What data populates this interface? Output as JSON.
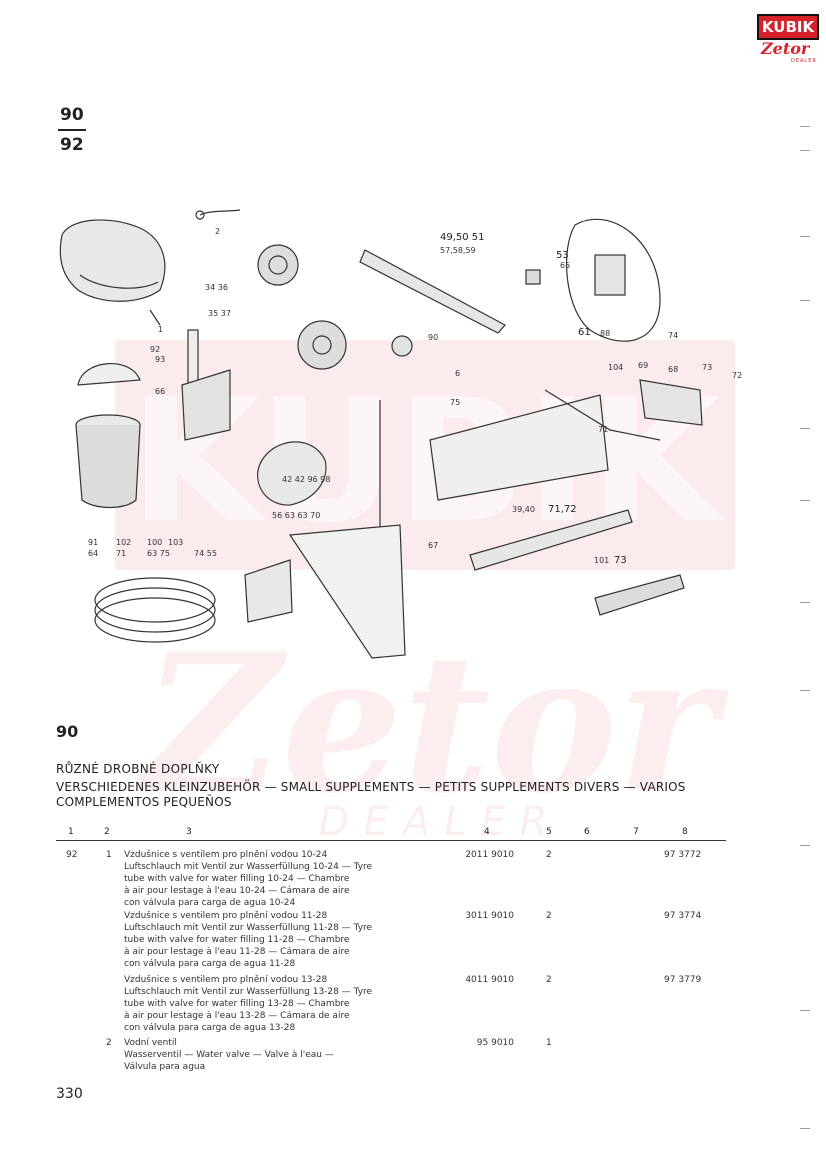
{
  "logo": {
    "brand": "KUBIK",
    "sub": "Zetor",
    "dealer": "DEALER"
  },
  "header": {
    "range_top": "90",
    "range_bottom": "92"
  },
  "watermark": {
    "brand": "KUBIK",
    "zetor": "Zetor",
    "dealer": "DEALER"
  },
  "diagram_labels": {
    "l1": "1",
    "l2": "2",
    "l34": "34 36",
    "l3537": "35 37",
    "l92": "92",
    "l93": "93",
    "l66": "66",
    "l90": "90",
    "l4951": "49,50 51",
    "l5759": "57,58,59",
    "l53": "53",
    "l65": "65",
    "l61": "61",
    "l88": "88",
    "l6": "6",
    "l75": "75",
    "l104": "104",
    "l69": "69",
    "l74": "74",
    "l68": "68",
    "l73": "73",
    "l72": "72",
    "l71": "71",
    "l4242": "42 42 96 98",
    "l5656": "56 63 63 70",
    "l91": "91",
    "l64": "64",
    "l102": "102",
    "l71b": "71",
    "l100": "100",
    "l103": "103",
    "l6575": "63 75",
    "l7455": "74 55",
    "l67": "67",
    "l3940": "39,40",
    "l7172": "71,72",
    "l101": "101",
    "l73b": "73"
  },
  "section": {
    "number": "90",
    "title_cs": "RŮZNÉ DROBNÉ DOPLŇKY",
    "title_multi": "VERSCHIEDENES KLEINZUBEHÖR — SMALL SUPPLEMENTS — PETITS SUPPLEMENTS DIVERS — VARIOS COMPLEMENTOS PEQUEÑOS"
  },
  "columns": [
    "1",
    "2",
    "3",
    "4",
    "5",
    "6",
    "7",
    "8"
  ],
  "rows": [
    {
      "c1": "92",
      "c2": "1",
      "lines": [
        "Vzdušnice s ventilem pro plnění vodou 10-24",
        "Luftschlauch mit Ventil zur Wasserfüllung 10-24 — Tyre",
        "tube with valve for water filling 10-24 — Chambre",
        "à air pour lestage à l'eau 10-24 — Cámara de aire",
        "con válvula para carga de agua 10-24"
      ],
      "code": "2011 9010",
      "qty": "2",
      "ref": "97 3772"
    },
    {
      "c1": "",
      "c2": "",
      "lines": [
        "Vzdušnice s ventilem pro plnění vodou 11-28",
        "Luftschlauch mit Ventil zur Wasserfüllung 11-28 — Tyre",
        "tube with valve for water filling 11-28 — Chambre",
        "à air pour lestage à l'eau 11-28 — Cámara de aire",
        "con válvula para carga de agua 11-28"
      ],
      "code": "3011 9010",
      "qty": "2",
      "ref": "97 3774"
    },
    {
      "c1": "",
      "c2": "",
      "lines": [
        "Vzdušnice s ventilem pro plnění vodou 13-28",
        "Luftschlauch mit Ventil zur Wasserfüllung 13-28 — Tyre",
        "tube with valve for water filling 13-28 — Chambre",
        "à air pour lestage à l'eau 13-28 — Cámara de aire",
        "con válvula para carga de agua 13-28"
      ],
      "code": "4011 9010",
      "qty": "2",
      "ref": "97 3779"
    },
    {
      "c1": "",
      "c2": "2",
      "lines": [
        "Vodní ventil",
        "Wasserventil — Water valve — Valve à l'eau —",
        "Válvula para agua"
      ],
      "code": "95 9010",
      "qty": "1",
      "ref": ""
    }
  ],
  "page_number": "330"
}
